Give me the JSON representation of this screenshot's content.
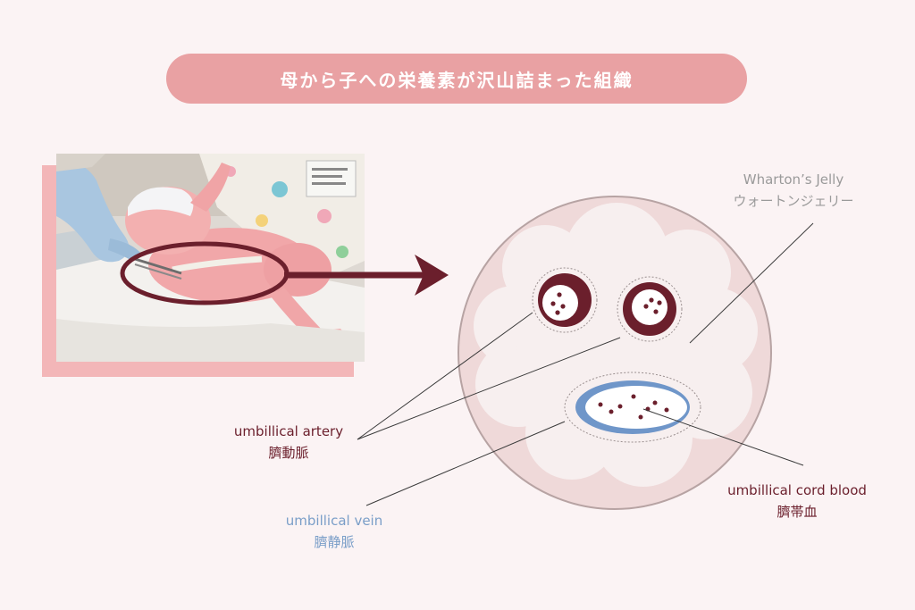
{
  "title": "母から子への栄養素が沢山詰まった組織",
  "labels": {
    "wharton_en": "Wharton’s Jelly",
    "wharton_ja": "ウォートンジェリー",
    "artery_en": "umbillical artery",
    "artery_ja": "臍動脈",
    "vein_en": "umbillical vein",
    "vein_ja": "臍静脈",
    "blood_en": "umbillical cord blood",
    "blood_ja": "臍帯血"
  },
  "colors": {
    "background": "#fbf3f4",
    "title_pill": "#e9a1a3",
    "photo_backing": "#f3b6b8",
    "maroon": "#6b1f2c",
    "vein_blue": "#6f96c9",
    "circle_fill": "#efd9d9",
    "jelly_fill": "#f7efef",
    "jelly_label": "#9a9a9a",
    "vein_label": "#7a9ec8"
  },
  "icons": {
    "arrow": "right-arrow-icon"
  }
}
